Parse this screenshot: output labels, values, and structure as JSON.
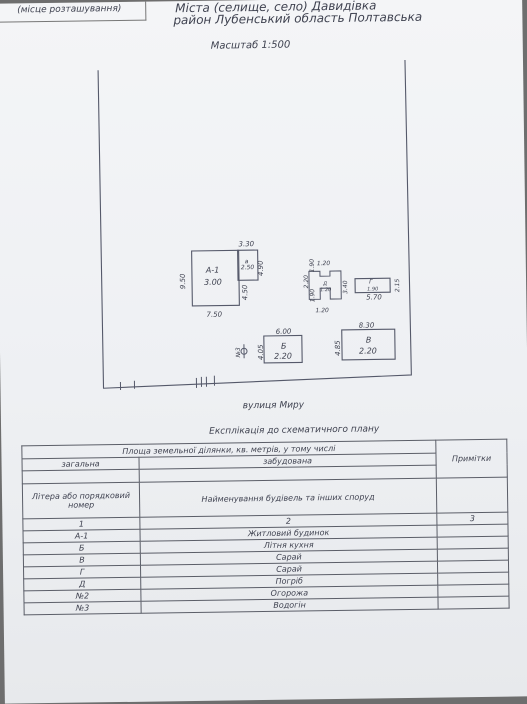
{
  "header": {
    "place_label": "(місце розташування)",
    "line1": "Міста (селище, село) Давидівка",
    "line2": "район Лубенський область Полтавська"
  },
  "plan": {
    "scale": "Масштаб 1:500",
    "street": "вулиця Миру",
    "buildings": {
      "a1": {
        "label": "А-1",
        "value": "3.00",
        "width": "7.50",
        "height": "9.50",
        "side": "4.50"
      },
      "a_small": {
        "label": "а",
        "value": "2.50",
        "width": "3.30",
        "height": "4.90"
      },
      "g": {
        "label": "Г",
        "value": "1.90",
        "width": "5.70",
        "height": "2.15"
      },
      "d": {
        "label": "Д",
        "value": "1.20",
        "h1": "1.90",
        "h2": "3.40",
        "h3": "2.20",
        "h4": "1.90",
        "w": "1.20",
        "w2": "1.20"
      },
      "b": {
        "label": "Б",
        "value": "2.20",
        "width": "6.00",
        "height": "4.05"
      },
      "v": {
        "label": "В",
        "value": "2.20",
        "width": "8.30",
        "height": "4.85"
      }
    },
    "well_mark": "№3"
  },
  "explication": {
    "title": "Експлікація до схематичного плану",
    "area_header": "Площа земельної ділянки, кв. метрів, у тому числі",
    "total": "загальна",
    "built": "забудована",
    "notes": "Примітки",
    "col_letter": "Літера або порядковий номер",
    "col_name": "Найменування будівель та інших споруд",
    "num1": "1",
    "num2": "2",
    "num3": "3",
    "rows": [
      {
        "letter": "А-1",
        "name": "Житловий будинок"
      },
      {
        "letter": "Б",
        "name": "Літня кухня"
      },
      {
        "letter": "В",
        "name": "Сарай"
      },
      {
        "letter": "Г",
        "name": "Сарай"
      },
      {
        "letter": "Д",
        "name": "Погріб"
      },
      {
        "letter": "№2",
        "name": "Огорожа"
      },
      {
        "letter": "№3",
        "name": "Водогін"
      }
    ]
  }
}
